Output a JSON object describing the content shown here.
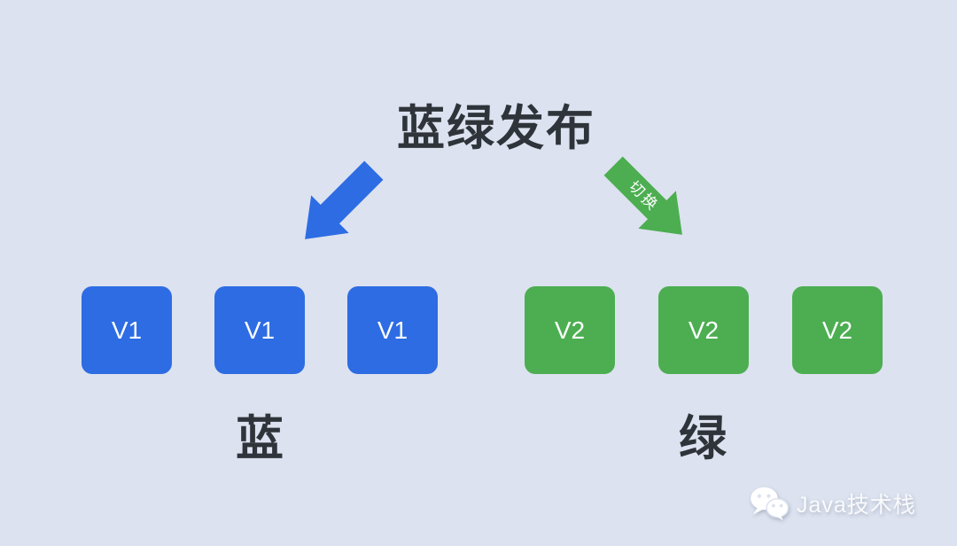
{
  "title": "蓝绿发布",
  "colors": {
    "background": "#dce2ef",
    "blue": "#2d6ce3",
    "green": "#4cae51",
    "heading_text": "#2f343a",
    "box_text": "#ffffff",
    "watermark_text": "#f9fafc"
  },
  "arrows": {
    "blue_direction": "down-left",
    "green_direction": "down-right",
    "switch_label": "切换"
  },
  "blue_cluster": {
    "label": "蓝",
    "boxes": [
      "V1",
      "V1",
      "V1"
    ]
  },
  "green_cluster": {
    "label": "绿",
    "boxes": [
      "V2",
      "V2",
      "V2"
    ]
  },
  "watermark": {
    "text": "Java技术栈"
  }
}
